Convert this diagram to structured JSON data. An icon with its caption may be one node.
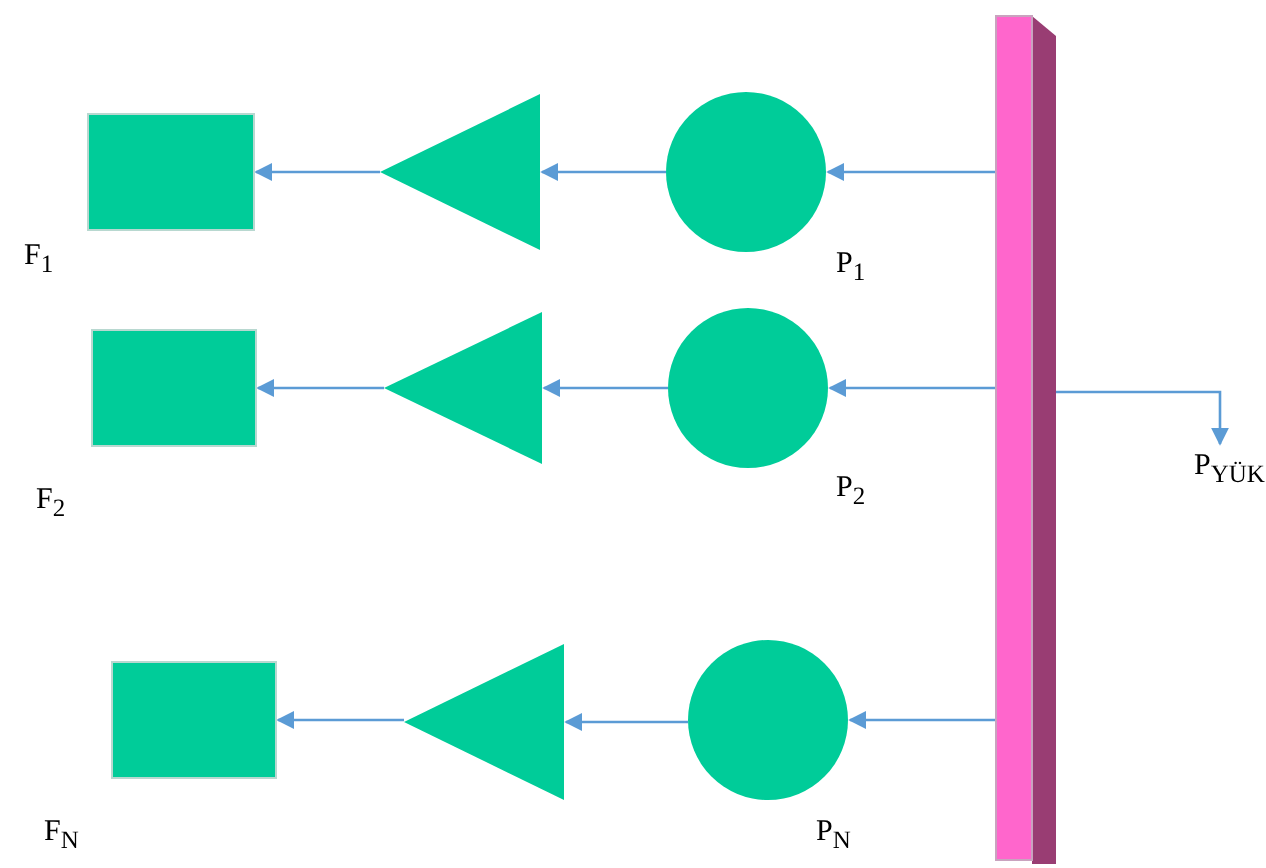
{
  "diagram": {
    "nodes": [
      {
        "text": [],
        "shape": "box",
        "beside": [
          "F$_{1}$"
        ]
      },
      {
        "text": [],
        "shape": "triangle"
      },
      {
        "text": [],
        "shape": "circle",
        "beside": [
          "P$_{1}$"
        ]
      },
      {
        "text": [],
        "shape": "box",
        "beside": [
          "F$_{2}$"
        ]
      },
      {
        "text": [],
        "shape": "triangle"
      },
      {
        "text": [],
        "shape": "circle",
        "beside": [
          "P$_{2}$"
        ]
      },
      {
        "text": [],
        "shape": "box",
        "beside": [
          "F$_{N}$"
        ]
      },
      {
        "text": [],
        "shape": "triangle"
      },
      {
        "text": [],
        "shape": "circle",
        "beside": [
          "P$_{N}$"
        ]
      },
      {
        "text": [],
        "shape": "bar"
      },
      {
        "text": [
          "P$_{YÜK}$"
        ]
      }
    ],
    "edges": [
      {
        "from": 9,
        "to": 2,
        "arrow": "to"
      },
      {
        "from": 2,
        "to": 1,
        "arrow": "to"
      },
      {
        "from": 1,
        "to": 0,
        "arrow": "to"
      },
      {
        "from": 9,
        "to": 5,
        "arrow": "to"
      },
      {
        "from": 5,
        "to": 4,
        "arrow": "to"
      },
      {
        "from": 4,
        "to": 3,
        "arrow": "to"
      },
      {
        "from": 9,
        "to": 8,
        "arrow": "to"
      },
      {
        "from": 8,
        "to": 7,
        "arrow": "to"
      },
      {
        "from": 7,
        "to": 6,
        "arrow": "to"
      },
      {
        "from": 9,
        "to": 10,
        "arrow": "to"
      }
    ]
  }
}
